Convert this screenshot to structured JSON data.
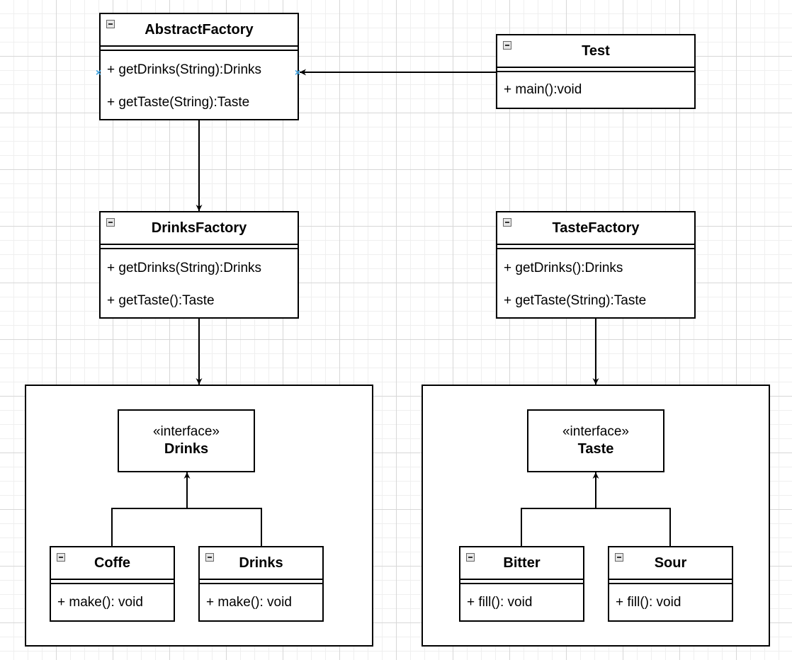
{
  "classes": {
    "abstract_factory": {
      "name": "AbstractFactory",
      "members": [
        "+ getDrinks(String):Drinks",
        "+ getTaste(String):Taste"
      ]
    },
    "test": {
      "name": "Test",
      "members": [
        "+ main():void"
      ]
    },
    "drinks_factory": {
      "name": "DrinksFactory",
      "members": [
        "+ getDrinks(String):Drinks",
        "+ getTaste():Taste"
      ]
    },
    "taste_factory": {
      "name": "TasteFactory",
      "members": [
        "+ getDrinks():Drinks",
        "+ getTaste(String):Taste"
      ]
    },
    "coffe": {
      "name": "Coffe",
      "members": [
        "+ make(): void"
      ]
    },
    "drinks": {
      "name": "Drinks",
      "members": [
        "+ make(): void"
      ]
    },
    "bitter": {
      "name": "Bitter",
      "members": [
        "+ fill(): void"
      ]
    },
    "sour": {
      "name": "Sour",
      "members": [
        "+ fill(): void"
      ]
    }
  },
  "interfaces": {
    "drinks": {
      "stereotype": "«interface»",
      "name": "Drinks"
    },
    "taste": {
      "stereotype": "«interface»",
      "name": "Taste"
    }
  },
  "connection_point_glyph": "×",
  "colors": {
    "connection_point": "#3aa0e0",
    "grid_major": "#d7d7d7",
    "grid_minor": "#efefef"
  }
}
